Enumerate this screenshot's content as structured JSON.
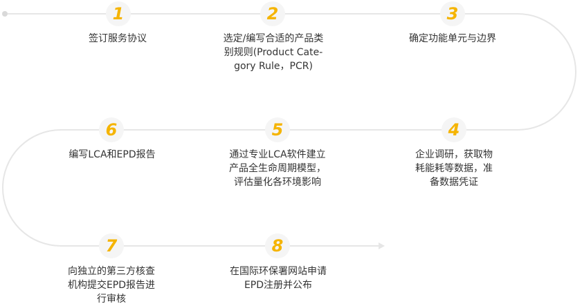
{
  "colors": {
    "track": "#e6e6e6",
    "number": "#f5b400",
    "circle": "#f5f5f5",
    "text": "#333333"
  },
  "steps": [
    {
      "number": "1",
      "text": "签订服务协议"
    },
    {
      "number": "2",
      "text": "选定/编写合适的产品类\n别规则(Product Cate-\ngory Rule，PCR)"
    },
    {
      "number": "3",
      "text": "确定功能单元与边界"
    },
    {
      "number": "4",
      "text": "企业调研，获取物\n耗能耗等数据，准\n备数据凭证"
    },
    {
      "number": "5",
      "text": "通过专业LCA软件建立\n产品全生命周期模型，\n评估量化各环境影响"
    },
    {
      "number": "6",
      "text": "编写LCA和EPD报告"
    },
    {
      "number": "7",
      "text": "向独立的第三方核查\n机构提交EPD报告进\n行审核"
    },
    {
      "number": "8",
      "text": "在国际环保署网站申请\nEPD注册并公布"
    }
  ]
}
